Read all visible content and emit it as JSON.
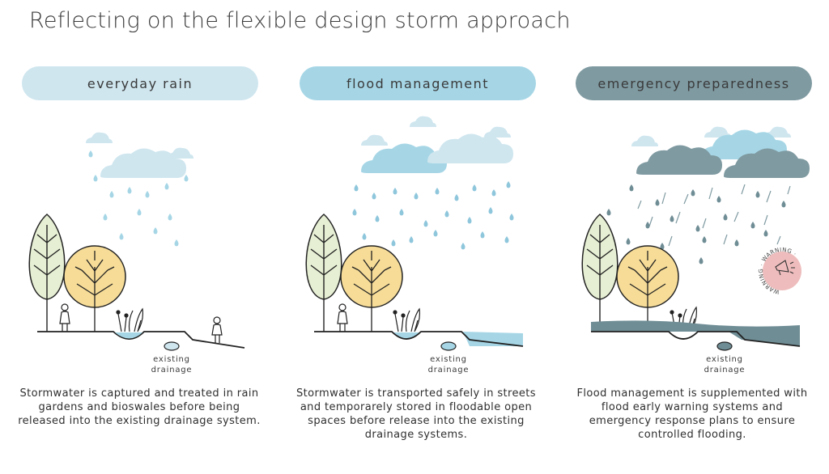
{
  "title": "Reflecting on the flexible design storm approach",
  "panels": [
    {
      "label": "everyday rain",
      "drainage_label": "existing\ndrainage",
      "description": "Stormwater is captured and treated in rain gardens and bioswales before being released into the existing drainage system."
    },
    {
      "label": "flood management",
      "drainage_label": "existing\ndrainage",
      "description": "Stormwater is transported safely in streets and temporarely stored in floodable open spaces before release into the existing drainage systems."
    },
    {
      "label": "emergency preparedness",
      "drainage_label": "existing\ndrainage",
      "description": "Flood management is supplemented with flood early warning systems and emergency response plans to ensure controlled flooding."
    }
  ],
  "warning_badge": "WARNING · WARNING ·",
  "colors": {
    "pill_light": "#cfe6ef",
    "pill_mid": "#a6d6e6",
    "pill_dark": "#7f9aa1",
    "rain": "#8ec6dc",
    "dark_rain": "#6f8d95",
    "tree_green": "#e6efd3",
    "tree_yellow": "#f6dc97",
    "water": "#a6d6e6",
    "flood": "#6f8d95",
    "warning": "#eebcbc"
  }
}
